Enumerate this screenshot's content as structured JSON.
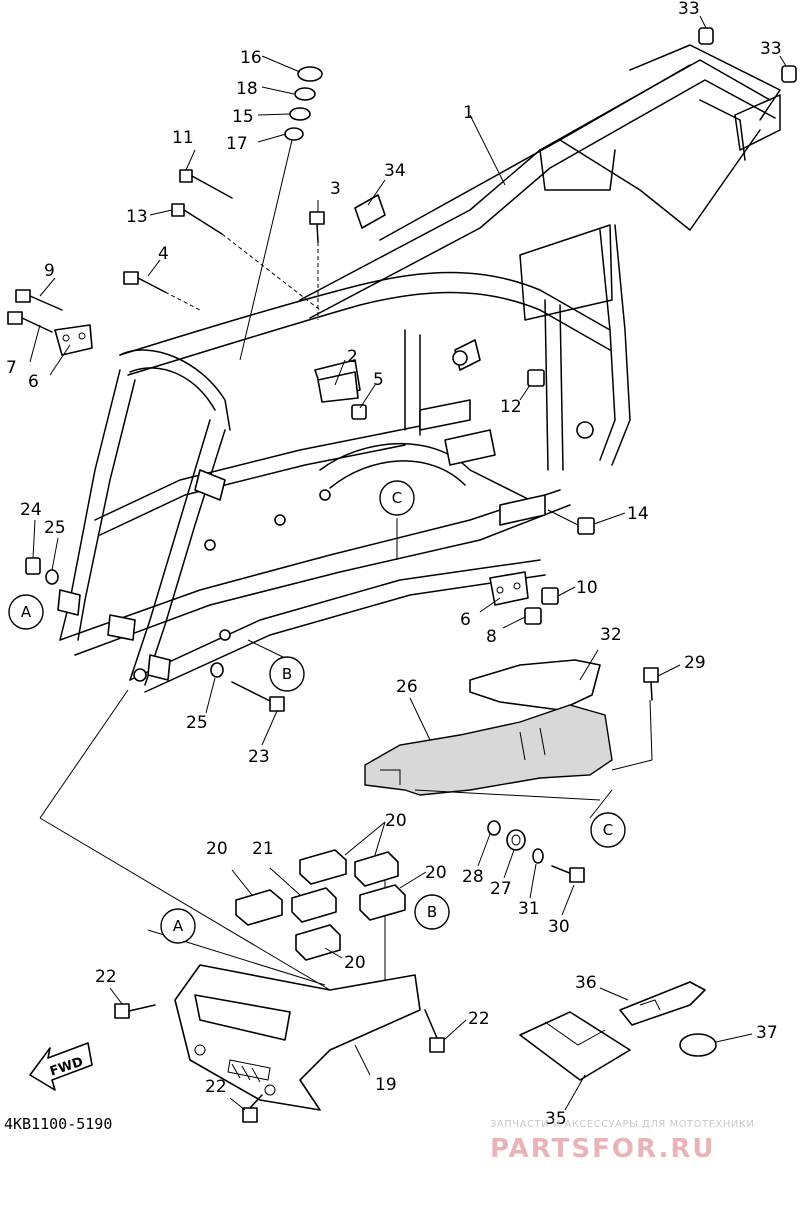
{
  "diagram_code": "4KB1100-5190",
  "watermark": {
    "tagline": "ЗАПЧАСТИ И АКСЕССУАРЫ ДЛЯ МОТОТЕХНИКИ",
    "brand": "PARTSFOR.RU"
  },
  "direction_label": "FWD",
  "callouts": {
    "A": "A",
    "B": "B",
    "C": "C"
  },
  "part_labels": {
    "p1": "1",
    "p2": "2",
    "p3": "3",
    "p4": "4",
    "p5": "5",
    "p6a": "6",
    "p6b": "6",
    "p7": "7",
    "p8": "8",
    "p9": "9",
    "p10": "10",
    "p11": "11",
    "p12": "12",
    "p13": "13",
    "p14": "14",
    "p15": "15",
    "p16": "16",
    "p17": "17",
    "p18": "18",
    "p19": "19",
    "p20a": "20",
    "p20b": "20",
    "p20c": "20",
    "p20d": "20",
    "p21": "21",
    "p22a": "22",
    "p22b": "22",
    "p22c": "22",
    "p23": "23",
    "p24": "24",
    "p25a": "25",
    "p25b": "25",
    "p26": "26",
    "p27": "27",
    "p28": "28",
    "p29": "29",
    "p30": "30",
    "p31": "31",
    "p32": "32",
    "p33a": "33",
    "p33b": "33",
    "p34": "34",
    "p35": "35",
    "p36": "36",
    "p37": "37"
  }
}
